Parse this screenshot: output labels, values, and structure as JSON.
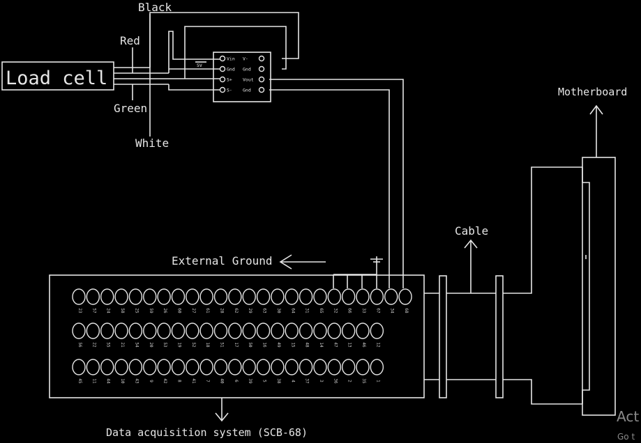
{
  "labels": {
    "load_cell": "Load cell",
    "black": "Black",
    "red": "Red",
    "green": "Green",
    "white": "White",
    "motherboard": "Motherboard",
    "cable": "Cable",
    "external_ground": "External Ground",
    "daq": "Data acquisition system (SCB-68)",
    "supply": "5V"
  },
  "amplifier": {
    "left_pins": [
      "Vin",
      "Gnd",
      "S+",
      "S-"
    ],
    "right_pins": [
      "V-",
      "Gnd",
      "Vout",
      "Gnd"
    ]
  },
  "connector": {
    "row1": [
      "23",
      "57",
      "24",
      "58",
      "25",
      "59",
      "26",
      "60",
      "27",
      "61",
      "28",
      "62",
      "29",
      "63",
      "30",
      "64",
      "31",
      "65",
      "32",
      "66",
      "33",
      "67",
      "34",
      "68"
    ],
    "row2": [
      "56",
      "22",
      "55",
      "21",
      "54",
      "20",
      "53",
      "19",
      "52",
      "18",
      "51",
      "17",
      "50",
      "16",
      "49",
      "15",
      "48",
      "14",
      "47",
      "13",
      "46",
      "12"
    ],
    "row3": [
      "45",
      "11",
      "44",
      "10",
      "43",
      "9",
      "42",
      "8",
      "41",
      "7",
      "40",
      "6",
      "39",
      "5",
      "38",
      "4",
      "37",
      "3",
      "36",
      "2",
      "35",
      "1"
    ]
  },
  "watermark": {
    "line1": "Act",
    "line2": "Go t"
  },
  "colors": {
    "background": "#000000",
    "line": "#e6e6e6"
  }
}
